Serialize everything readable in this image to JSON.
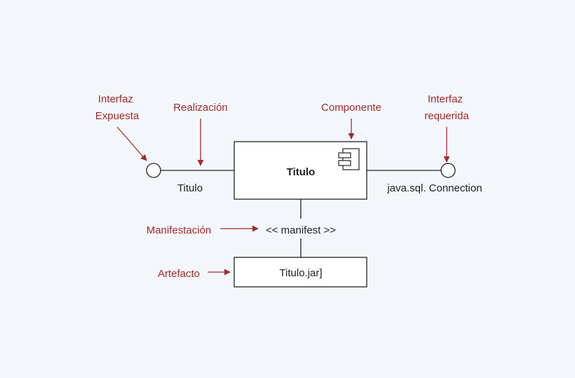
{
  "colors": {
    "background": "#f3f7fc",
    "annotation": "#a52a2a",
    "diagram_line": "#222222"
  },
  "annotations": {
    "provided_interface": [
      "Interfaz",
      "Expuesta"
    ],
    "realization": "Realización",
    "component": "Componente",
    "required_interface": [
      "Interfaz",
      "requerida"
    ],
    "manifestation": "Manifestación",
    "artifact": "Artefacto"
  },
  "component": {
    "name": "Titulo",
    "icon": "component-icon"
  },
  "provided_interface_label": "Titulo",
  "required_interface_label": "java.sql. Connection",
  "manifest_label": "<< manifest >>",
  "artifact": {
    "name": "Titulo.jar]"
  }
}
